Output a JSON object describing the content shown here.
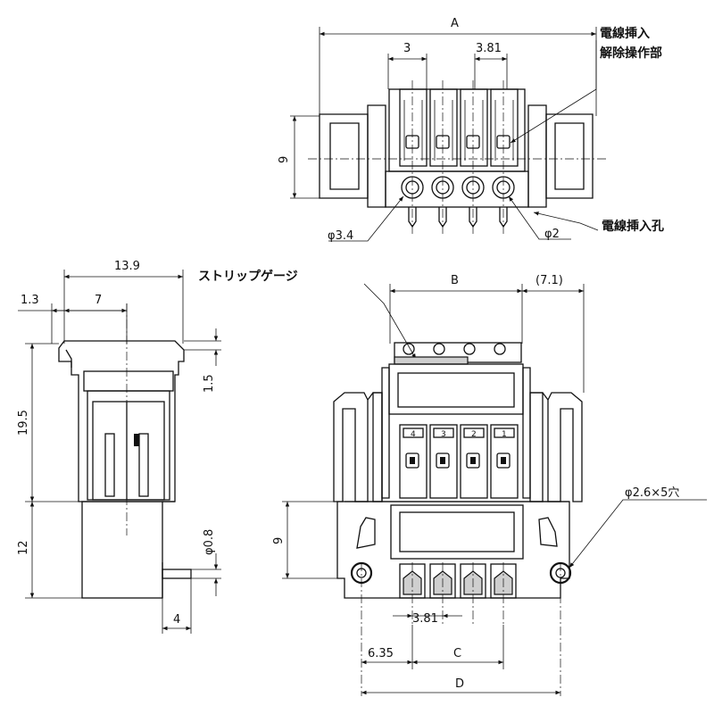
{
  "top_view": {
    "dim_A": "A",
    "dim_3": "3",
    "dim_3_81": "3.81",
    "dim_9": "9",
    "dim_phi_3_4": "φ3.4",
    "dim_phi_2": "φ2",
    "label_release_line1": "電線挿入",
    "label_release_line2": "解除操作部",
    "label_wire_hole": "電線挿入孔"
  },
  "side_view": {
    "dim_13_9": "13.9",
    "dim_1_3": "1.3",
    "dim_7": "7",
    "dim_19_5": "19.5",
    "dim_1_5": "1.5",
    "dim_12": "12",
    "dim_phi_0_8": "φ0.8",
    "dim_4": "4"
  },
  "front_view": {
    "label_strip_gauge": "ストリップゲージ",
    "dim_B": "B",
    "dim_7_1": "(7.1)",
    "dim_9": "9",
    "dim_phi_2_6_holes": "φ2.6×5穴",
    "dim_3_81": "3.81",
    "dim_6_35": "6.35",
    "dim_C": "C",
    "dim_D": "D",
    "pole_labels": [
      "4",
      "3",
      "2",
      "1"
    ]
  }
}
